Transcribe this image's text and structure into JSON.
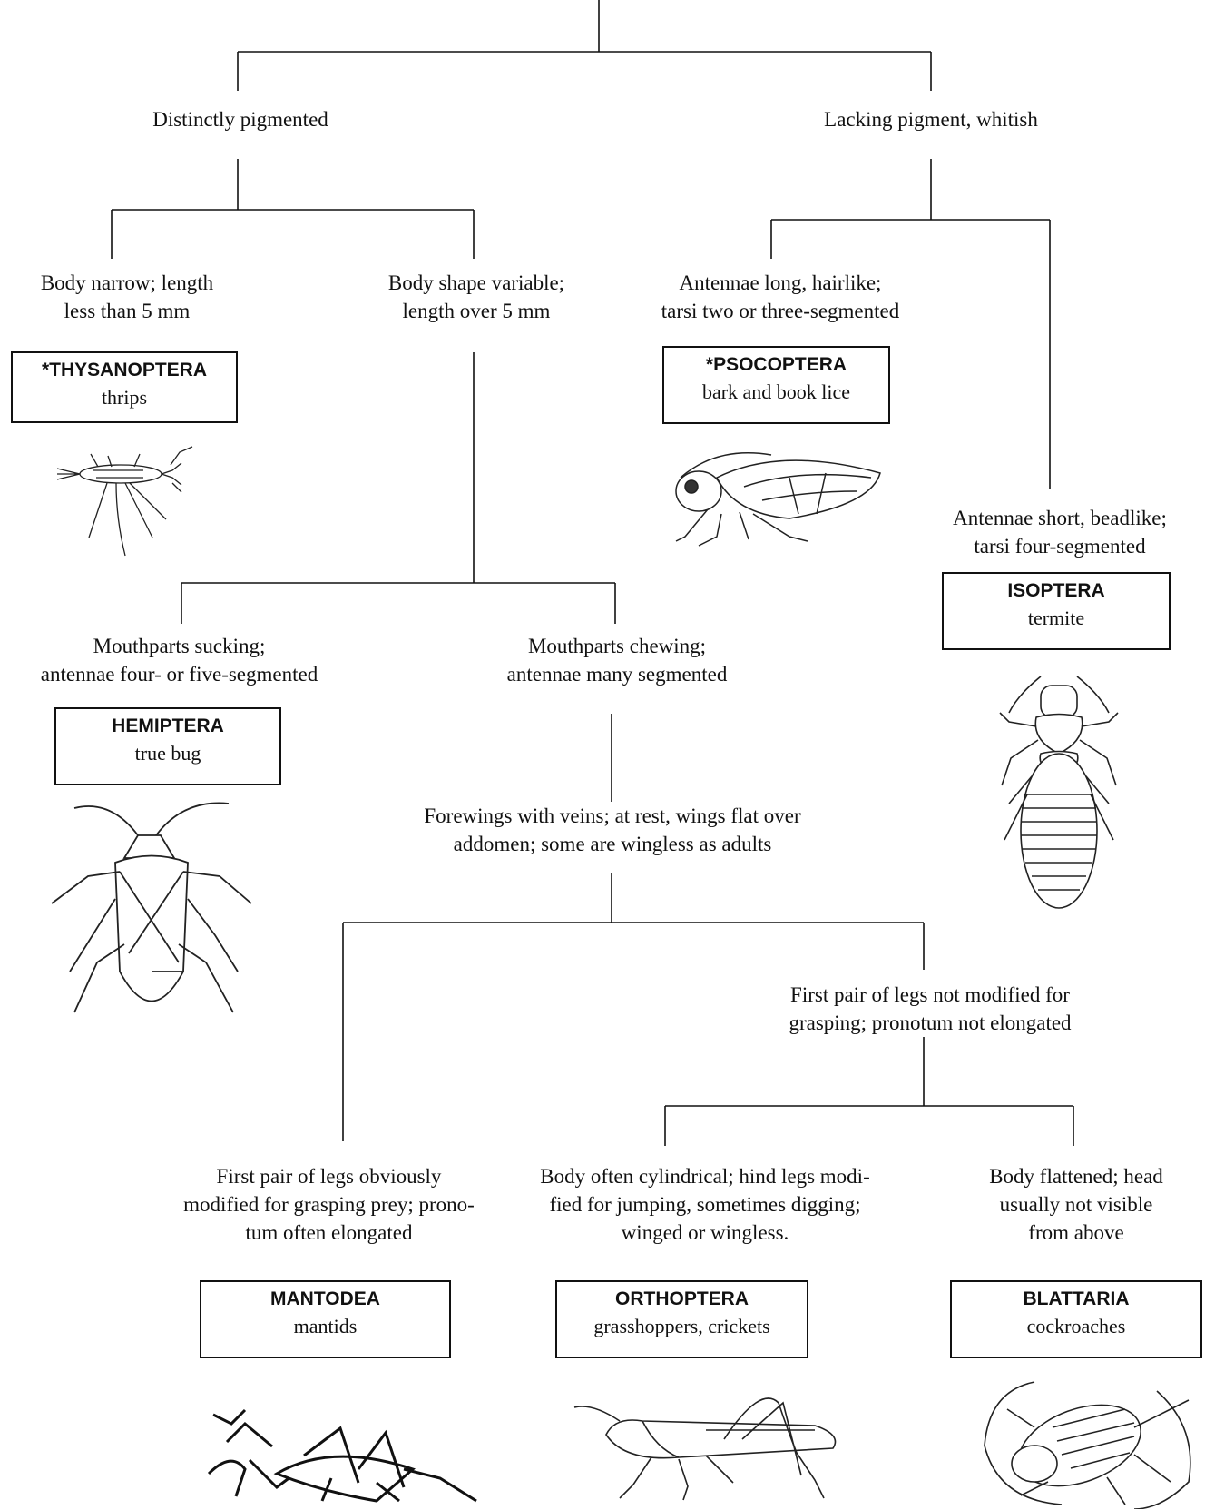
{
  "nodes": {
    "pigmented": "Distinctly pigmented",
    "lacking_pigment": "Lacking pigment, whitish",
    "body_narrow": [
      "Body narrow; length",
      "less than 5 mm"
    ],
    "body_variable": [
      "Body shape variable;",
      "length over 5 mm"
    ],
    "antennae_long": [
      "Antennae long, hairlike;",
      "tarsi two or three-segmented"
    ],
    "antennae_short": [
      "Antennae short, beadlike;",
      "tarsi four-segmented"
    ],
    "mouth_sucking": [
      "Mouthparts sucking;",
      "antennae four- or five-segmented"
    ],
    "mouth_chewing": [
      "Mouthparts chewing;",
      "antennae many segmented"
    ],
    "forewings": [
      "Forewings with veins; at rest, wings flat over",
      "addomen; some are wingless as adults"
    ],
    "legs_not_modified": [
      "First pair of legs not modified for",
      "grasping; pronotum not elongated"
    ],
    "legs_grasping": [
      "First pair of legs obviously",
      "modified for grasping prey; prono-",
      "tum often elongated"
    ],
    "body_cylindrical": [
      "Body often cylindrical; hind legs modi-",
      "fied for jumping, sometimes digging;",
      "winged or wingless."
    ],
    "body_flattened": [
      "Body flattened; head",
      "usually not visible",
      "from above"
    ]
  },
  "orders": {
    "thysanoptera": {
      "name": "*THYSANOPTERA",
      "common": "thrips"
    },
    "psocoptera": {
      "name": "*PSOCOPTERA",
      "common": "bark and book lice"
    },
    "isoptera": {
      "name": "ISOPTERA",
      "common": "termite"
    },
    "hemiptera": {
      "name": "HEMIPTERA",
      "common": "true bug"
    },
    "mantodea": {
      "name": "MANTODEA",
      "common": "mantids"
    },
    "orthoptera": {
      "name": "ORTHOPTERA",
      "common": "grasshoppers, crickets"
    },
    "blattaria": {
      "name": "BLATTARIA",
      "common": "cockroaches"
    }
  },
  "icons": [
    "thrips-icon",
    "book-louse-icon",
    "termite-icon",
    "true-bug-icon",
    "mantid-icon",
    "grasshopper-icon",
    "cockroach-icon"
  ]
}
